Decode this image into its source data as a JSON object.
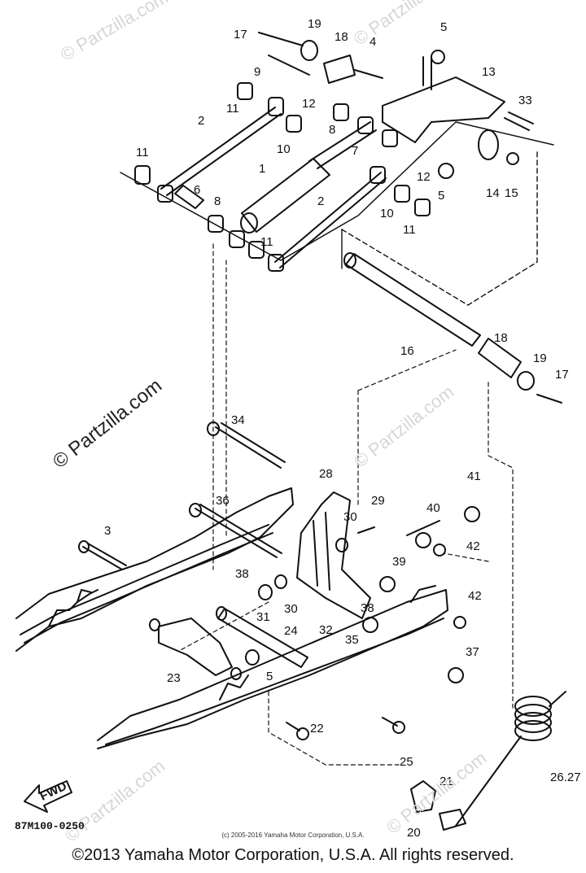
{
  "watermarks": [
    "© Partzilla.com",
    "© Partzilla.com",
    "© Partzilla.com",
    "© Partzilla.com",
    "© Partzilla.com",
    "© Partzilla.com"
  ],
  "diagram_code": "87M100-0250",
  "inner_copyright": "(c) 2005-2016 Yamaha Motor Corporation, U.S.A.",
  "footer_copyright": "©2013 Yamaha Motor Corporation, U.S.A. All rights reserved.",
  "fwd_label": "FWD",
  "part_labels": [
    "17",
    "19",
    "18",
    "4",
    "5",
    "9",
    "13",
    "33",
    "11",
    "12",
    "8",
    "2",
    "10",
    "7",
    "12",
    "14",
    "15",
    "5",
    "11",
    "1",
    "6",
    "8",
    "2",
    "10",
    "11",
    "11",
    "16",
    "18",
    "19",
    "17",
    "34",
    "28",
    "29",
    "41",
    "36",
    "30",
    "40",
    "3",
    "42",
    "38",
    "39",
    "30",
    "31",
    "24",
    "32",
    "38",
    "35",
    "42",
    "23",
    "5",
    "37",
    "22",
    "25",
    "21",
    "26.27",
    "20"
  ]
}
